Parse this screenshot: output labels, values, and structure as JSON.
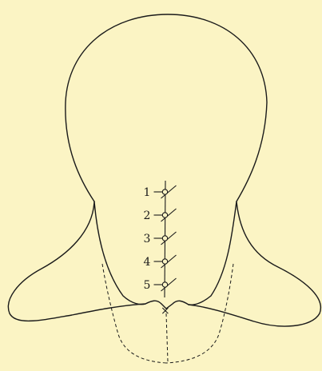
{
  "figure": {
    "stitches": [
      {
        "number": "1"
      },
      {
        "number": "2"
      },
      {
        "number": "3"
      },
      {
        "number": "4"
      },
      {
        "number": "5"
      }
    ],
    "end_marker": "×"
  }
}
